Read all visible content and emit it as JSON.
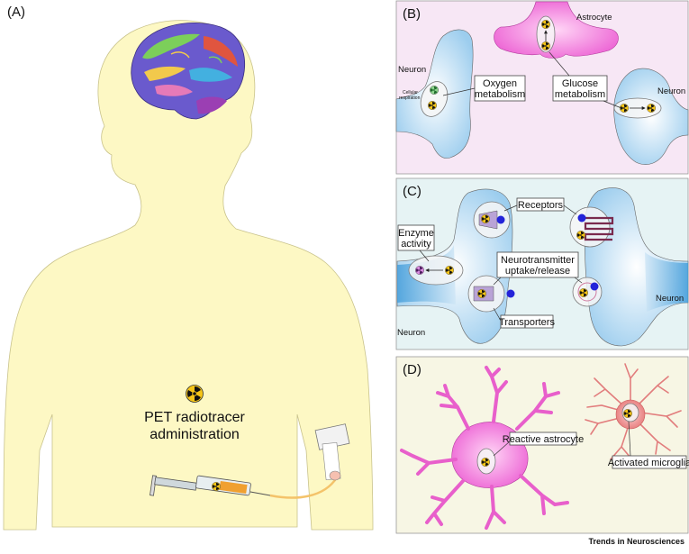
{
  "panels": {
    "A": {
      "label": "(A)",
      "tracer_label_line1": "PET radiotracer",
      "tracer_label_line2": "administration"
    },
    "B": {
      "label": "(B)",
      "neuron_left": "Neuron",
      "neuron_right": "Neuron",
      "astrocyte": "Astrocyte",
      "cellular_resp_line1": "Cellular",
      "cellular_resp_line2": "respiration",
      "oxygen_line1": "Oxygen",
      "oxygen_line2": "metabolism",
      "glucose_line1": "Glucose",
      "glucose_line2": "metabolism"
    },
    "C": {
      "label": "(C)",
      "neuron_left": "Neuron",
      "neuron_right": "Neuron",
      "receptors": "Receptors",
      "enzyme_line1": "Enzyme",
      "enzyme_line2": "activity",
      "nt_line1": "Neurotransmitter",
      "nt_line2": "uptake/release",
      "transporters": "Transporters"
    },
    "D": {
      "label": "(D)",
      "reactive_astrocyte": "Reactive astrocyte",
      "activated_microglia": "Activated microglia"
    }
  },
  "footer": {
    "journal": "Trends in Neurosciences"
  },
  "colors": {
    "body_fill": "#fdf8c4",
    "panel_b_bg": "#f7e7f5",
    "panel_c_bg": "#e6f3f4",
    "panel_d_bg": "#f7f6e4",
    "neuron_blue": "#a9d3ef",
    "astrocyte_pink": "#f06ed9",
    "microglia_red": "#ef8b8b"
  },
  "icons": [
    "radiation-icon",
    "brain-icon",
    "syringe-icon",
    "iv-bag-icon"
  ]
}
